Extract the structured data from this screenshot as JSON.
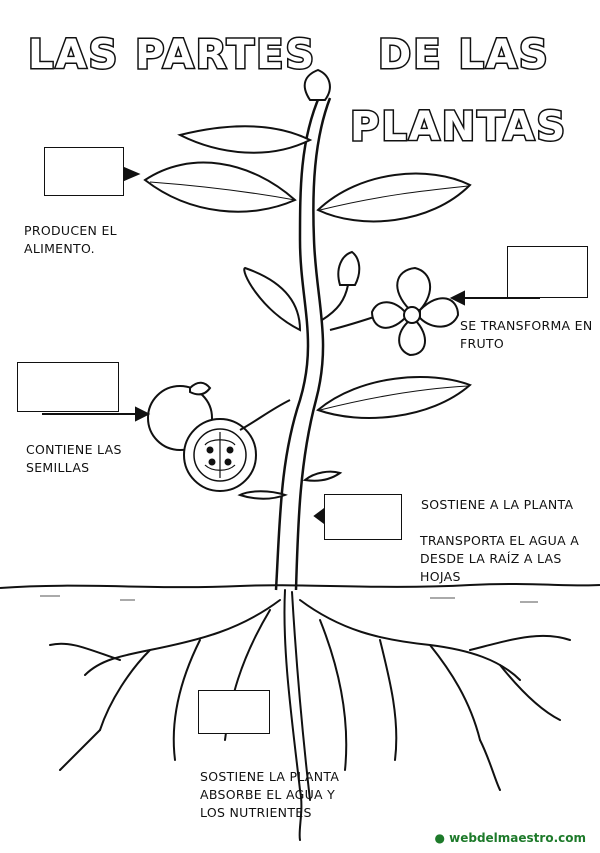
{
  "title": {
    "line1_left": "LAS PARTES",
    "line1_right": "DE LAS",
    "line2": "PLANTAS"
  },
  "labels": {
    "leaf": "PRODUCEN EL ALIMENTO.",
    "flower": "SE TRANSFORMA EN FRUTO",
    "fruit": "CONTIENE LAS SEMILLAS",
    "stem_1": "SOSTIENE A LA PLANTA",
    "stem_2": "TRANSPORTA EL AGUA A DESDE LA RAÍZ A LAS HOJAS",
    "root": "SOSTIENE LA PLANTA ABSORBE EL AGUA Y LOS NUTRIENTES"
  },
  "credit": {
    "icon": "copyright-icon",
    "text": "webdelmaestro.com"
  }
}
